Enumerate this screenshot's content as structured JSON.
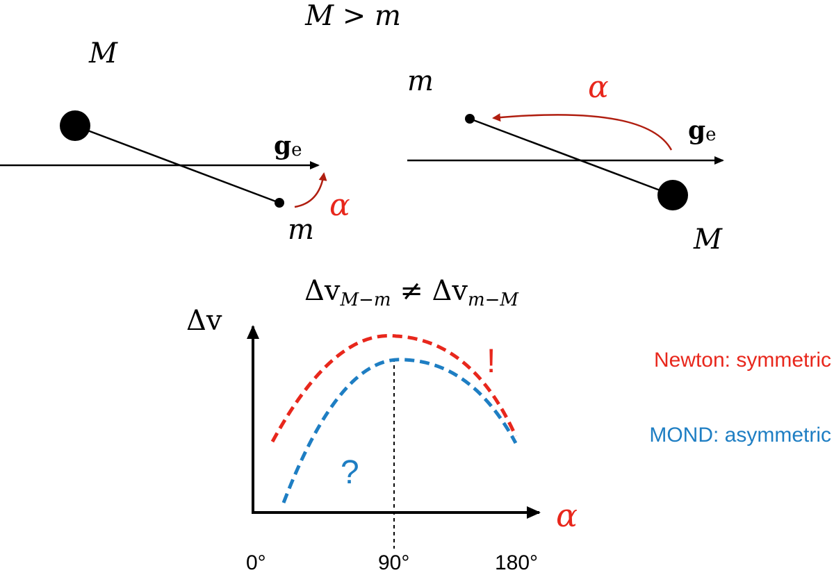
{
  "title": {
    "lhs": "M",
    "op": " > ",
    "rhs": "m"
  },
  "left_panel": {
    "big_mass_label": "M",
    "small_mass_label": "m",
    "field_label_main": "g",
    "field_label_sub": "e",
    "angle_label": "α"
  },
  "right_panel": {
    "big_mass_label": "M",
    "small_mass_label": "m",
    "field_label_main": "g",
    "field_label_sub": "e",
    "angle_label": "α"
  },
  "inequality": {
    "delta_left": "Δv",
    "sub_left": "M−m",
    "neq": " ≠ ",
    "delta_right": "Δv",
    "sub_right": "m−M"
  },
  "plot": {
    "ylabel": "Δv",
    "xlabel": "α",
    "xticks": [
      "0°",
      "90°",
      "180°"
    ],
    "newton_mark": "!",
    "mond_mark": "?"
  },
  "legend": {
    "newton": "Newton: symmetric",
    "mond": "MOND: asymmetric"
  },
  "colors": {
    "red": "#e8271c",
    "dark_red": "#b01e10",
    "blue": "#1e7ec3",
    "black": "#000000"
  }
}
